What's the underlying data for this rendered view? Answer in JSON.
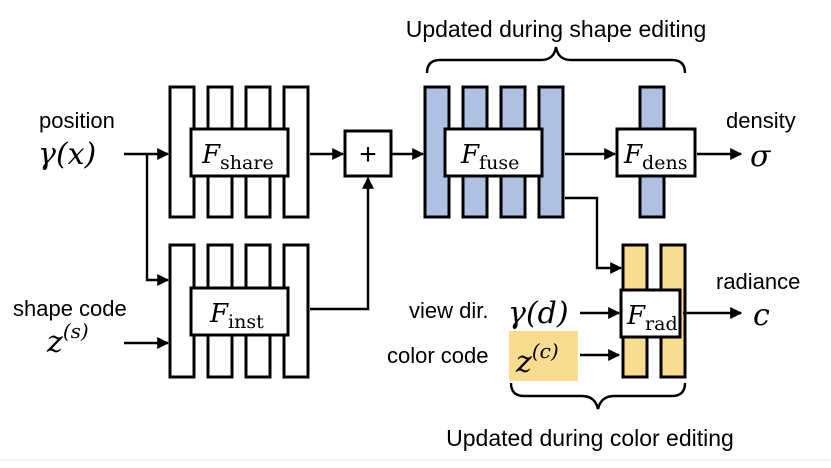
{
  "colors": {
    "blue": "#aec1e3",
    "yellow": "#f9dc8f",
    "black": "#000000",
    "white": "#ffffff"
  },
  "captions": {
    "top": "Updated during shape editing",
    "bottom": "Updated during color editing"
  },
  "inputs": {
    "position": {
      "label": "position",
      "fn": "γ",
      "arg": "(x)"
    },
    "shape_code": {
      "label": "shape code",
      "base": "z",
      "sup": "(s)"
    },
    "view_dir": {
      "label": "view dir.",
      "fn": "γ",
      "arg": "(d)"
    },
    "color_code": {
      "label": "color code",
      "base": "z",
      "sup": "(c)"
    }
  },
  "blocks": {
    "share": {
      "base": "F",
      "sub": "share"
    },
    "inst": {
      "base": "F",
      "sub": "inst"
    },
    "fuse": {
      "base": "F",
      "sub": "fuse"
    },
    "dens": {
      "base": "F",
      "sub": "dens"
    },
    "rad": {
      "base": "F",
      "sub": "rad"
    }
  },
  "operators": {
    "add": "+"
  },
  "outputs": {
    "density": {
      "label": "density",
      "symbol": "σ"
    },
    "radiance": {
      "label": "radiance",
      "symbol": "c"
    }
  }
}
